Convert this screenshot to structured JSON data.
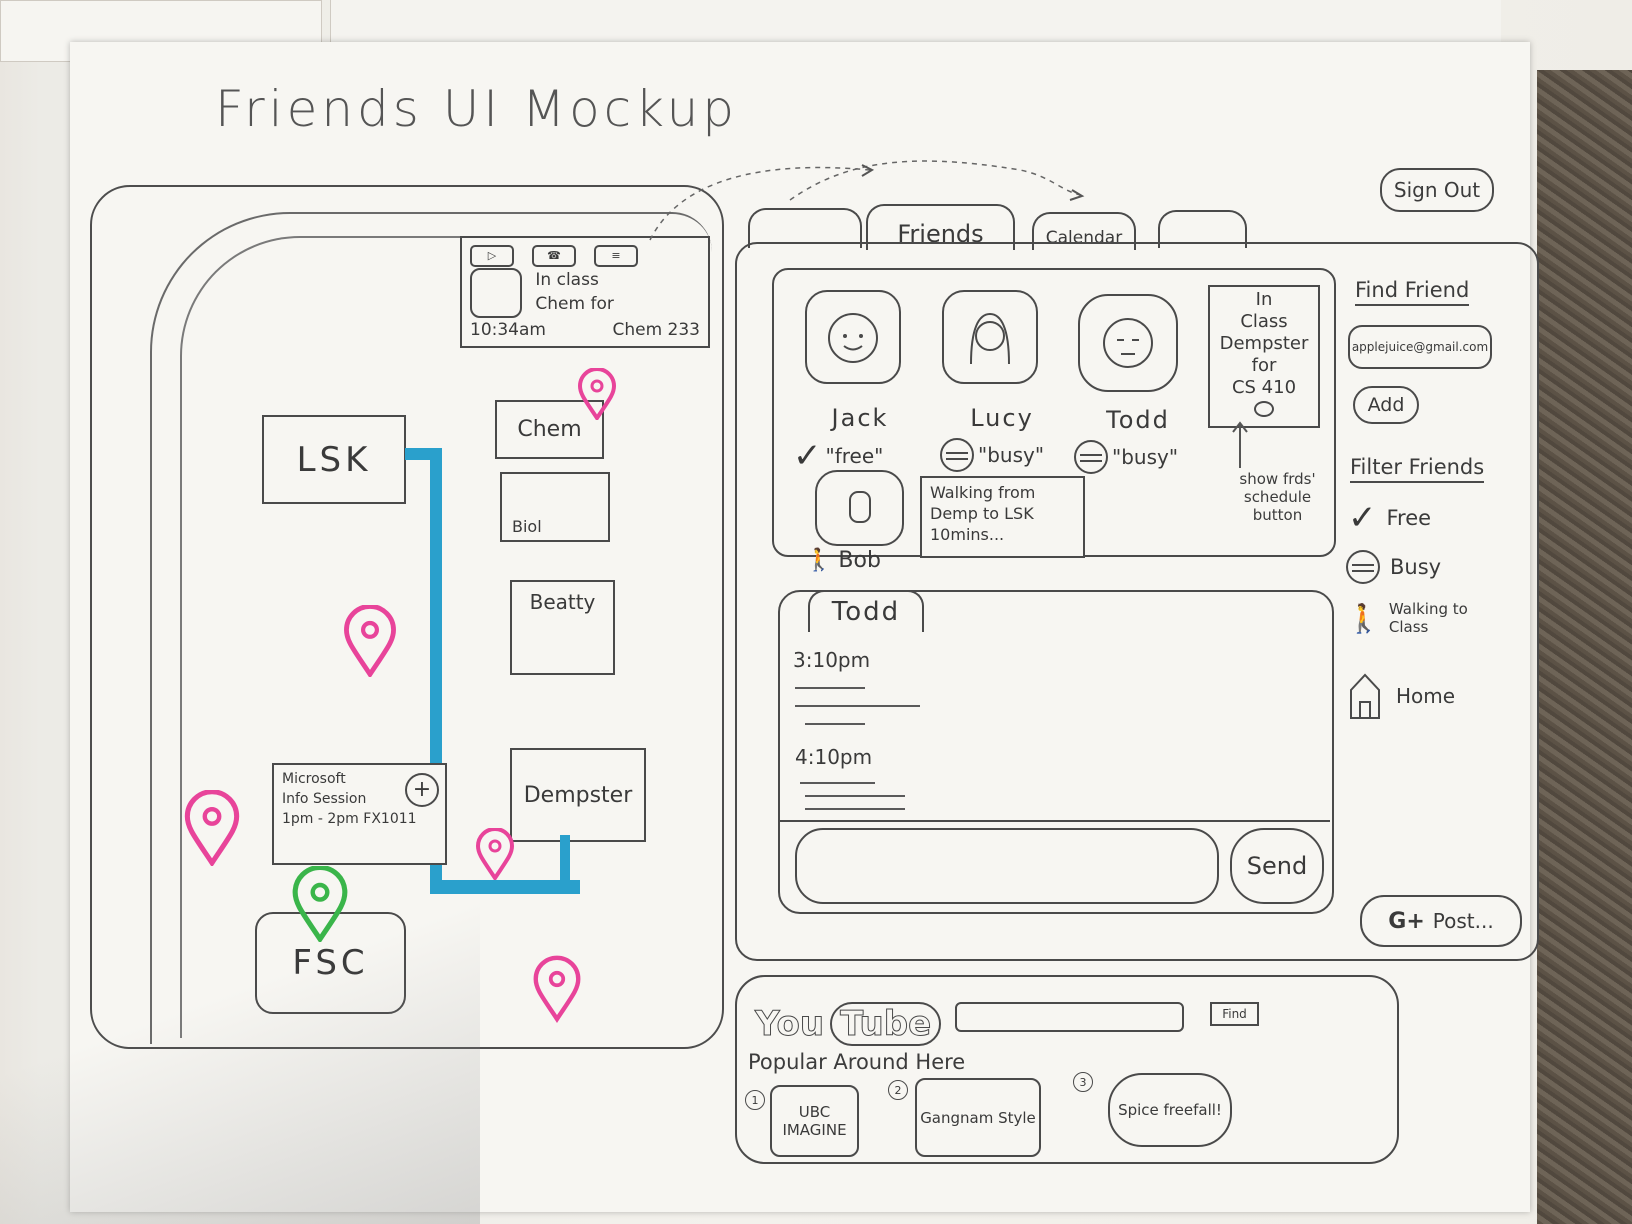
{
  "title": "Friends UI Mockup",
  "header": {
    "sign_out": "Sign Out"
  },
  "tabs": [
    {
      "label": ""
    },
    {
      "label": "Friends"
    },
    {
      "label": "Calendar"
    },
    {
      "label": ""
    }
  ],
  "map": {
    "buildings": {
      "lsk": "LSK",
      "chem": "Chem",
      "biol": "Biol",
      "beatty": "Beatty",
      "dempster": "Dempster",
      "fsc": "FSC"
    },
    "friend_callout": {
      "line1": "In class",
      "line2": "Chem for",
      "line3": "Chem 233",
      "time": "10:34am"
    },
    "event_callout": {
      "line1": "Microsoft",
      "line2": "Info Session",
      "line3": "1pm - 2pm FX1011"
    }
  },
  "friends": [
    {
      "name": "Jack",
      "status": "\"free\""
    },
    {
      "name": "Lucy",
      "status": "\"busy\""
    },
    {
      "name": "Todd",
      "status": "\"busy\""
    },
    {
      "name": "Bob",
      "status": "Walking from Demp to LSK 10mins..."
    }
  ],
  "todd_popup": {
    "line1": "In",
    "line2": "Class",
    "line3": "Dempster",
    "line4": "for",
    "line5": "CS 410"
  },
  "annotation": "show frds' schedule button",
  "sidebar": {
    "find_title": "Find Friend",
    "find_value": "applejuice@gmail.com",
    "add_label": "Add",
    "filter_title": "Filter Friends",
    "filters": [
      "Free",
      "Busy",
      "Walking to Class",
      "Home"
    ]
  },
  "chat": {
    "tab_label": "Todd",
    "messages": [
      {
        "time": "3:10pm"
      },
      {
        "time": "4:10pm"
      }
    ],
    "send_label": "Send",
    "gplus_label": "Post..."
  },
  "youtube": {
    "logo_you": "You",
    "logo_tube": "Tube",
    "find_label": "Find",
    "popular_label": "Popular Around Here",
    "videos": [
      {
        "num": "1",
        "title": "UBC IMAGINE"
      },
      {
        "num": "2",
        "title": "Gangnam Style"
      },
      {
        "num": "3",
        "title": "Spice freefall!"
      }
    ]
  },
  "colors": {
    "route": "#2aa0cc",
    "pin_pink": "#e8449a",
    "pin_green": "#3ab54a",
    "ink": "#4a4a4a"
  }
}
